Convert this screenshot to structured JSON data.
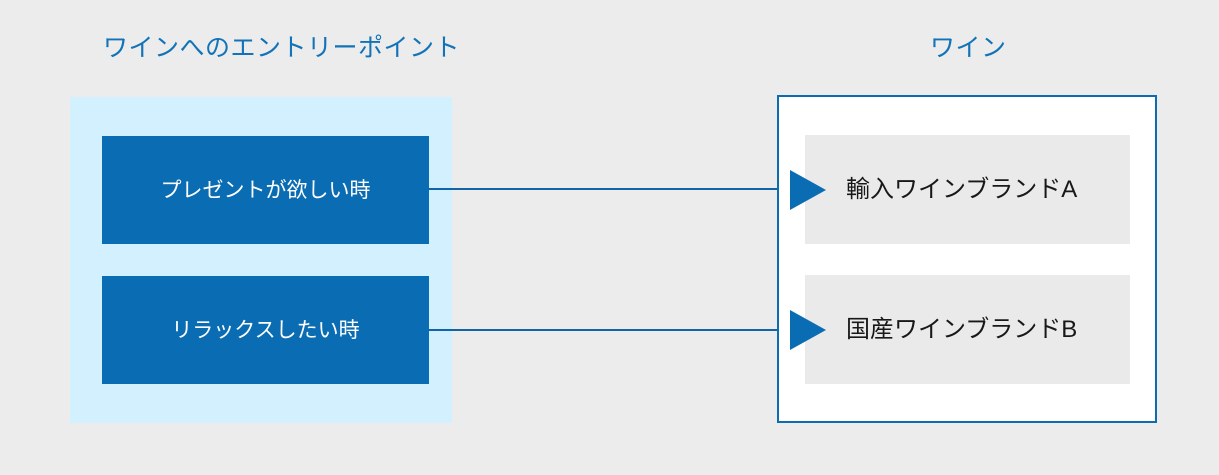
{
  "background_color": "#ececec",
  "colors": {
    "accent_blue": "#0a6cb2",
    "title_blue": "#1273b8",
    "panel_light_blue": "#d2f0fd",
    "brand_box_gray": "#eaeaea",
    "container_border": "#0b6cb0",
    "connector": "#1264a8",
    "box_label_on_blue": "#ffffff",
    "box_label_on_gray": "#181818"
  },
  "left_group": {
    "title": "ワインへのエントリーポイント",
    "items": [
      {
        "label": "プレゼントが欲しい時"
      },
      {
        "label": "リラックスしたい時"
      }
    ]
  },
  "right_group": {
    "title": "ワイン",
    "items": [
      {
        "label": "輸入ワインブランドA"
      },
      {
        "label": "国産ワインブランドB"
      }
    ]
  },
  "connections": [
    {
      "from": "プレゼントが欲しい時",
      "to": "輸入ワインブランドA",
      "arrow": "arrow-right-icon"
    },
    {
      "from": "リラックスしたい時",
      "to": "国産ワインブランドB",
      "arrow": "arrow-right-icon"
    }
  ]
}
